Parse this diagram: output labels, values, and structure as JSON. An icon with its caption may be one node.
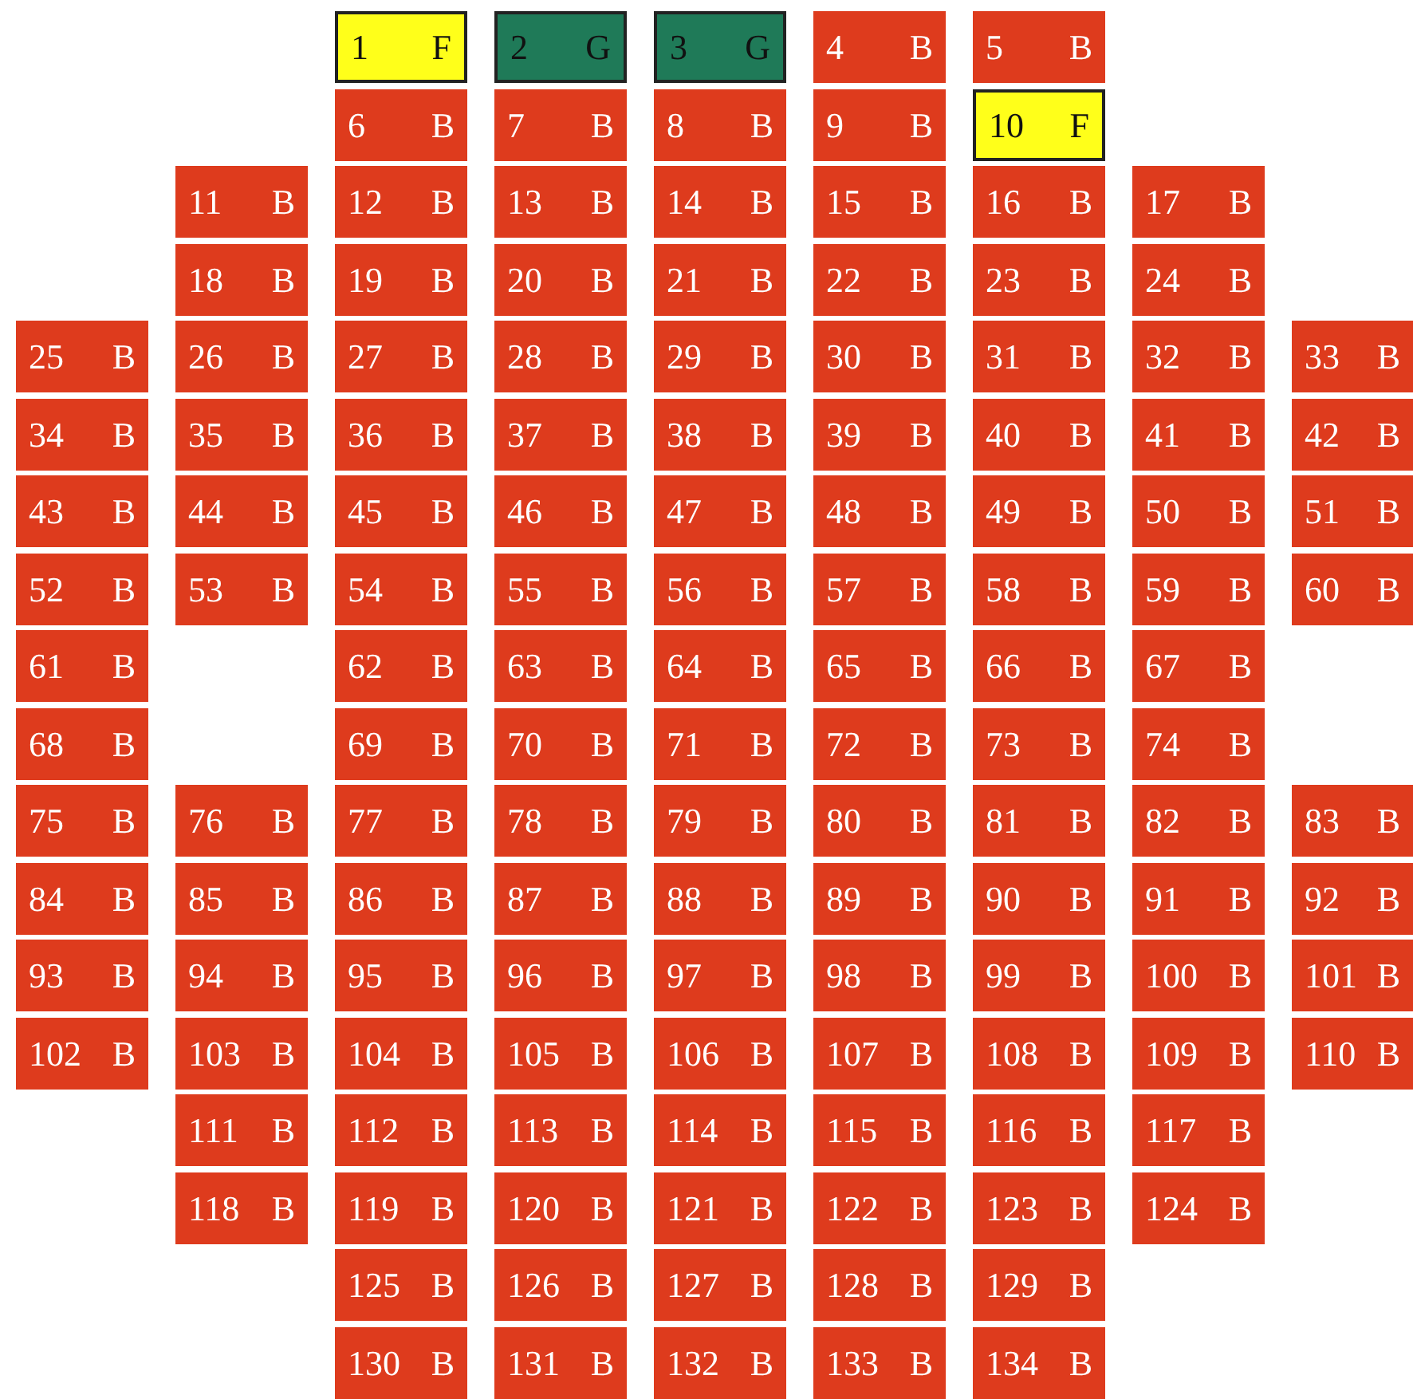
{
  "diagram": {
    "nodes": [
      {
        "text": [
          "1",
          "F"
        ]
      },
      {
        "text": [
          "2",
          "G"
        ]
      },
      {
        "text": [
          "3",
          "G"
        ]
      },
      {
        "text": [
          "4",
          "B"
        ]
      },
      {
        "text": [
          "5",
          "B"
        ]
      },
      {
        "text": [
          "6",
          "B"
        ]
      },
      {
        "text": [
          "7",
          "B"
        ]
      },
      {
        "text": [
          "8",
          "B"
        ]
      },
      {
        "text": [
          "9",
          "B"
        ]
      },
      {
        "text": [
          "10",
          "F"
        ]
      },
      {
        "text": [
          "11",
          "B"
        ]
      },
      {
        "text": [
          "12",
          "B"
        ]
      },
      {
        "text": [
          "13",
          "B"
        ]
      },
      {
        "text": [
          "14",
          "B"
        ]
      },
      {
        "text": [
          "15",
          "B"
        ]
      },
      {
        "text": [
          "16",
          "B"
        ]
      },
      {
        "text": [
          "17",
          "B"
        ]
      },
      {
        "text": [
          "18",
          "B"
        ]
      },
      {
        "text": [
          "19",
          "B"
        ]
      },
      {
        "text": [
          "20",
          "B"
        ]
      },
      {
        "text": [
          "21",
          "B"
        ]
      },
      {
        "text": [
          "22",
          "B"
        ]
      },
      {
        "text": [
          "23",
          "B"
        ]
      },
      {
        "text": [
          "24",
          "B"
        ]
      },
      {
        "text": [
          "25",
          "B"
        ]
      },
      {
        "text": [
          "26",
          "B"
        ]
      },
      {
        "text": [
          "27",
          "B"
        ]
      },
      {
        "text": [
          "28",
          "B"
        ]
      },
      {
        "text": [
          "29",
          "B"
        ]
      },
      {
        "text": [
          "30",
          "B"
        ]
      },
      {
        "text": [
          "31",
          "B"
        ]
      },
      {
        "text": [
          "32",
          "B"
        ]
      },
      {
        "text": [
          "33",
          "B"
        ]
      },
      {
        "text": [
          "34",
          "B"
        ]
      },
      {
        "text": [
          "35",
          "B"
        ]
      },
      {
        "text": [
          "36",
          "B"
        ]
      },
      {
        "text": [
          "37",
          "B"
        ]
      },
      {
        "text": [
          "38",
          "B"
        ]
      },
      {
        "text": [
          "39",
          "B"
        ]
      },
      {
        "text": [
          "40",
          "B"
        ]
      },
      {
        "text": [
          "41",
          "B"
        ]
      },
      {
        "text": [
          "42",
          "B"
        ]
      },
      {
        "text": [
          "43",
          "B"
        ]
      },
      {
        "text": [
          "44",
          "B"
        ]
      },
      {
        "text": [
          "45",
          "B"
        ]
      },
      {
        "text": [
          "46",
          "B"
        ]
      },
      {
        "text": [
          "47",
          "B"
        ]
      },
      {
        "text": [
          "48",
          "B"
        ]
      },
      {
        "text": [
          "49",
          "B"
        ]
      },
      {
        "text": [
          "50",
          "B"
        ]
      },
      {
        "text": [
          "51",
          "B"
        ]
      },
      {
        "text": [
          "52",
          "B"
        ]
      },
      {
        "text": [
          "53",
          "B"
        ]
      },
      {
        "text": [
          "54",
          "B"
        ]
      },
      {
        "text": [
          "55",
          "B"
        ]
      },
      {
        "text": [
          "56",
          "B"
        ]
      },
      {
        "text": [
          "57",
          "B"
        ]
      },
      {
        "text": [
          "58",
          "B"
        ]
      },
      {
        "text": [
          "59",
          "B"
        ]
      },
      {
        "text": [
          "60",
          "B"
        ]
      },
      {
        "text": [
          "61",
          "B"
        ]
      },
      {
        "text": [
          "62",
          "B"
        ]
      },
      {
        "text": [
          "63",
          "B"
        ]
      },
      {
        "text": [
          "64",
          "B"
        ]
      },
      {
        "text": [
          "65",
          "B"
        ]
      },
      {
        "text": [
          "66",
          "B"
        ]
      },
      {
        "text": [
          "67",
          "B"
        ]
      },
      {
        "text": [
          "68",
          "B"
        ]
      },
      {
        "text": [
          "69",
          "B"
        ]
      },
      {
        "text": [
          "70",
          "B"
        ]
      },
      {
        "text": [
          "71",
          "B"
        ]
      },
      {
        "text": [
          "72",
          "B"
        ]
      },
      {
        "text": [
          "73",
          "B"
        ]
      },
      {
        "text": [
          "74",
          "B"
        ]
      },
      {
        "text": [
          "75",
          "B"
        ]
      },
      {
        "text": [
          "76",
          "B"
        ]
      },
      {
        "text": [
          "77",
          "B"
        ]
      },
      {
        "text": [
          "78",
          "B"
        ]
      },
      {
        "text": [
          "79",
          "B"
        ]
      },
      {
        "text": [
          "80",
          "B"
        ]
      },
      {
        "text": [
          "81",
          "B"
        ]
      },
      {
        "text": [
          "82",
          "B"
        ]
      },
      {
        "text": [
          "83",
          "B"
        ]
      },
      {
        "text": [
          "84",
          "B"
        ]
      },
      {
        "text": [
          "85",
          "B"
        ]
      },
      {
        "text": [
          "86",
          "B"
        ]
      },
      {
        "text": [
          "87",
          "B"
        ]
      },
      {
        "text": [
          "88",
          "B"
        ]
      },
      {
        "text": [
          "89",
          "B"
        ]
      },
      {
        "text": [
          "90",
          "B"
        ]
      },
      {
        "text": [
          "91",
          "B"
        ]
      },
      {
        "text": [
          "92",
          "B"
        ]
      },
      {
        "text": [
          "93",
          "B"
        ]
      },
      {
        "text": [
          "94",
          "B"
        ]
      },
      {
        "text": [
          "95",
          "B"
        ]
      },
      {
        "text": [
          "96",
          "B"
        ]
      },
      {
        "text": [
          "97",
          "B"
        ]
      },
      {
        "text": [
          "98",
          "B"
        ]
      },
      {
        "text": [
          "99",
          "B"
        ]
      },
      {
        "text": [
          "100",
          "B"
        ]
      },
      {
        "text": [
          "101",
          "B"
        ]
      },
      {
        "text": [
          "102",
          "B"
        ]
      },
      {
        "text": [
          "103",
          "B"
        ]
      },
      {
        "text": [
          "104",
          "B"
        ]
      },
      {
        "text": [
          "105",
          "B"
        ]
      },
      {
        "text": [
          "106",
          "B"
        ]
      },
      {
        "text": [
          "107",
          "B"
        ]
      },
      {
        "text": [
          "108",
          "B"
        ]
      },
      {
        "text": [
          "109",
          "B"
        ]
      },
      {
        "text": [
          "110",
          "B"
        ]
      },
      {
        "text": [
          "111",
          "B"
        ]
      },
      {
        "text": [
          "112",
          "B"
        ]
      },
      {
        "text": [
          "113",
          "B"
        ]
      },
      {
        "text": [
          "114",
          "B"
        ]
      },
      {
        "text": [
          "115",
          "B"
        ]
      },
      {
        "text": [
          "116",
          "B"
        ]
      },
      {
        "text": [
          "117",
          "B"
        ]
      },
      {
        "text": [
          "118",
          "B"
        ]
      },
      {
        "text": [
          "119",
          "B"
        ]
      },
      {
        "text": [
          "120",
          "B"
        ]
      },
      {
        "text": [
          "121",
          "B"
        ]
      },
      {
        "text": [
          "122",
          "B"
        ]
      },
      {
        "text": [
          "123",
          "B"
        ]
      },
      {
        "text": [
          "124",
          "B"
        ]
      },
      {
        "text": [
          "125",
          "B"
        ]
      },
      {
        "text": [
          "126",
          "B"
        ]
      },
      {
        "text": [
          "127",
          "B"
        ]
      },
      {
        "text": [
          "128",
          "B"
        ]
      },
      {
        "text": [
          "129",
          "B"
        ]
      },
      {
        "text": [
          "130",
          "B"
        ]
      },
      {
        "text": [
          "131",
          "B"
        ]
      },
      {
        "text": [
          "132",
          "B"
        ]
      },
      {
        "text": [
          "133",
          "B"
        ]
      },
      {
        "text": [
          "134",
          "B"
        ]
      }
    ]
  }
}
